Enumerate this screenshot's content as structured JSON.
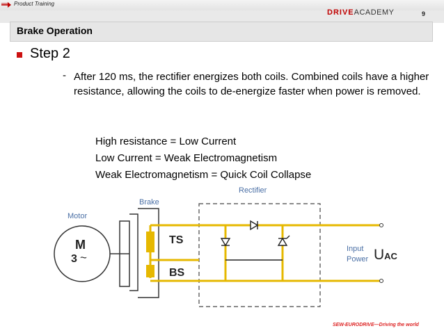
{
  "header": {
    "section_label": "Product Training",
    "logo_text_left": "DRIVE",
    "logo_text_right": "ACADEMY",
    "page_number": "9"
  },
  "slide": {
    "title": "Brake Operation",
    "step": "Step 2",
    "dash": "-",
    "paragraph": "After 120 ms, the rectifier energizes both coils.  Combined coils have a higher resistance, allowing the coils to de-energize faster when power is removed.",
    "equations": [
      "High resistance = Low Current",
      "Low Current = Weak Electromagnetism",
      "Weak Electromagnetism = Quick Coil Collapse"
    ]
  },
  "diagram": {
    "motor_label": "Motor",
    "motor_text_top": "M",
    "motor_text_bottom": "3",
    "motor_tilde": "~",
    "brake_label": "Brake",
    "rectifier_label": "Rectifier",
    "ts_label": "TS",
    "bs_label": "BS",
    "input_label_1": "Input",
    "input_label_2": "Power",
    "uac_main": "U",
    "uac_sub": "AC",
    "colors": {
      "wire": "#e6b800",
      "diagram_label": "#4a6fa5",
      "bullet": "#cc1111"
    }
  },
  "footer": {
    "text": "SEW-EURODRIVE—Driving the world"
  }
}
